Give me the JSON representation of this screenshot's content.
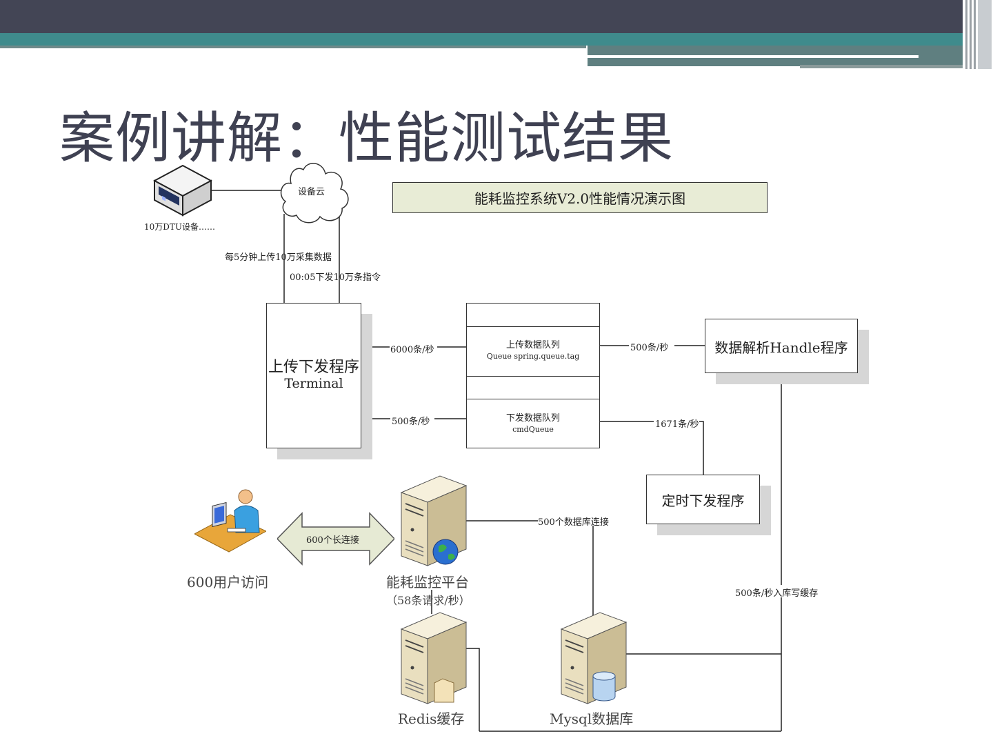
{
  "slide": {
    "title": "案例讲解：性能测试结果",
    "colors": {
      "header_dark": "#434555",
      "header_teal": "#3f8b8c",
      "title_text": "#3f4152",
      "legend_bg": "#e8ecd6"
    }
  },
  "diagram": {
    "legend": "能耗监控系统V2.0性能情况演示图",
    "nodes": {
      "dtu_device": {
        "label": "10万DTU设备……",
        "icon": "dtu-device-icon"
      },
      "device_cloud": {
        "label": "设备云",
        "icon": "cloud-icon"
      },
      "terminal": {
        "line1": "上传下发程序",
        "line2": "Terminal"
      },
      "upload_queue": {
        "line1": "上传数据队列",
        "line2": "Queue spring.queue.tag"
      },
      "download_queue": {
        "line1": "下发数据队列",
        "line2": "cmdQueue"
      },
      "handle": {
        "label": "数据解析Handle程序"
      },
      "scheduler": {
        "label": "定时下发程序"
      },
      "user": {
        "label": "600用户访问",
        "icon": "user-workstation-icon"
      },
      "platform": {
        "line1": "能耗监控平台",
        "line2": "（58条请求/秒）",
        "icon": "web-server-icon"
      },
      "redis": {
        "label": "Redis缓存",
        "icon": "server-icon"
      },
      "mysql": {
        "label": "Mysql数据库",
        "icon": "database-server-icon"
      }
    },
    "edges": {
      "upload_data": "每5分钟上传10万采集数据",
      "download_cmd": "00:05下发10万条指令",
      "terminal_to_upload": "6000条/秒",
      "upload_to_handle": "500条/秒",
      "download_to_terminal": "500条/秒",
      "scheduler_to_download": "1671条/秒",
      "long_connections": "600个长连接",
      "db_connections": "500个数据库连接",
      "handle_to_storage": "500条/秒入库写缓存"
    }
  }
}
